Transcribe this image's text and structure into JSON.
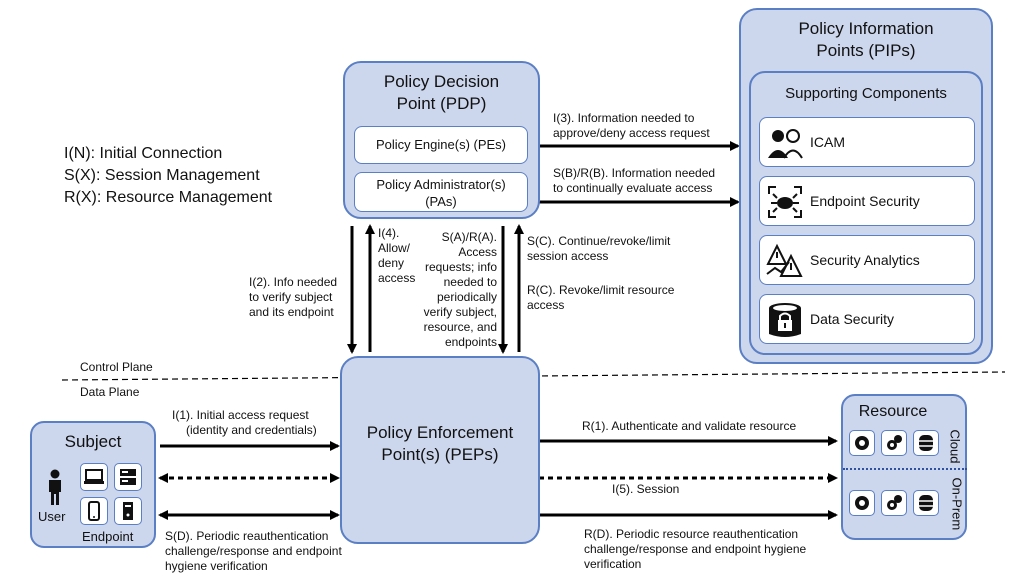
{
  "legend": [
    "I(N): Initial Connection",
    "S(X): Session Management",
    "R(X): Resource Management"
  ],
  "pdp": {
    "title_line1": "Policy Decision",
    "title_line2": "Point (PDP)",
    "pe": "Policy Engine(s) (PEs)",
    "pa_line1": "Policy Administrator(s)",
    "pa_line2": "(PAs)"
  },
  "pip": {
    "title_line1": "Policy Information",
    "title_line2": "Points (PIPs)",
    "supporting": "Supporting Components",
    "components": [
      "ICAM",
      "Endpoint Security",
      "Security Analytics",
      "Data Security"
    ]
  },
  "pep": {
    "title_line1": "Policy Enforcement",
    "title_line2": "Point(s) (PEPs)"
  },
  "subject": {
    "title": "Subject",
    "user": "User",
    "endpoint": "Endpoint"
  },
  "resource": {
    "title": "Resource",
    "cloud": "Cloud",
    "onprem": "On-Prem"
  },
  "planes": {
    "control": "Control Plane",
    "data": "Data Plane"
  },
  "flows": {
    "i3": [
      "I(3). Information needed to",
      "approve/deny access request"
    ],
    "sbrb": [
      "S(B)/R(B). Information needed",
      "to continually evaluate access"
    ],
    "i2": [
      "I(2). Info needed",
      "to verify subject",
      "and its endpoint"
    ],
    "i4": [
      "I(4).",
      "Allow/",
      "deny",
      "access"
    ],
    "sara": [
      "S(A)/R(A).",
      "Access",
      "requests; info",
      "needed to",
      "periodically",
      "verify subject,",
      "resource, and",
      "endpoints"
    ],
    "sc": [
      "S(C). Continue/revoke/limit",
      "session access"
    ],
    "rc": [
      "R(C). Revoke/limit resource",
      "access"
    ],
    "i1": [
      "I(1). Initial access request",
      "(identity and credentials)"
    ],
    "r1": "R(1). Authenticate and validate resource",
    "i5": "I(5). Session",
    "sd": [
      "S(D). Periodic reauthentication",
      "challenge/response and endpoint",
      "hygiene verification"
    ],
    "rd": [
      "R(D). Periodic resource reauthentication",
      "challenge/response and endpoint hygiene",
      "verification"
    ]
  }
}
